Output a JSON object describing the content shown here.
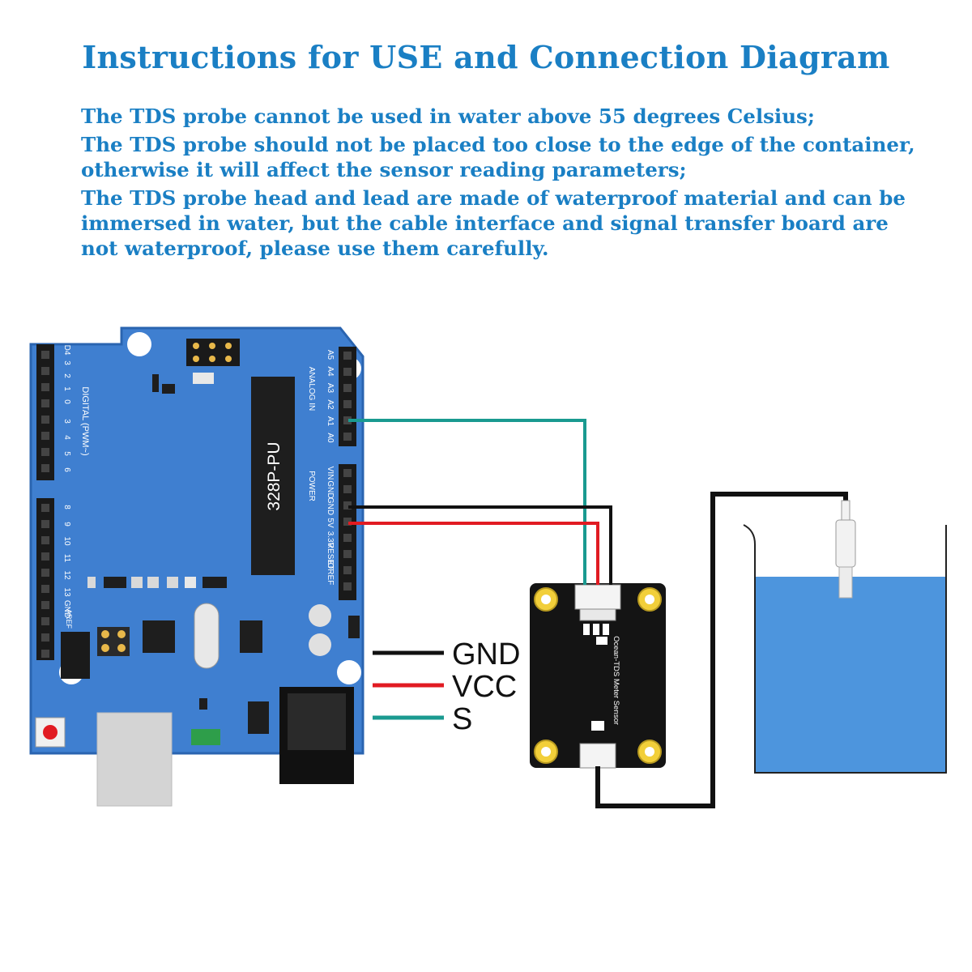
{
  "title": "Instructions for USE and Connection Diagram",
  "notes": [
    "The TDS probe cannot be used in water above 55 degrees Celsius;",
    "The TDS probe should not be placed too close to the edge of the container, otherwise it will affect the sensor reading parameters;",
    "The TDS probe head and lead are made of waterproof material and can be immersed in water, but the cable interface and signal transfer board are not waterproof, please use them carefully."
  ],
  "board": {
    "chip_label": "328P-PU",
    "digital_label": "DIGITAL (PWM~)",
    "analog_label": "ANALOG IN",
    "power_label": "POWER",
    "analog_pins": [
      "A5",
      "A4",
      "A3",
      "A2",
      "A1",
      "A0"
    ],
    "power_pins": [
      "VIN",
      "GND",
      "GND",
      "5V",
      "3.3V",
      "RESET",
      "IOREF"
    ],
    "digital_pins_top": [
      "D4",
      "3",
      "2",
      "1",
      "0"
    ],
    "digital_pins_mid": [
      "3",
      "4",
      "5",
      "6"
    ],
    "digital_pins_low": [
      "8",
      "9",
      "10",
      "11",
      "12",
      "13",
      "GND"
    ],
    "aref_label": "AREF"
  },
  "sensor": {
    "label": "Ocean-TDS Meter Sensor"
  },
  "legend": [
    {
      "label": "GND",
      "color": "#111111"
    },
    {
      "label": "VCC",
      "color": "#e11b22"
    },
    {
      "label": "S",
      "color": "#1a9a90"
    }
  ],
  "colors": {
    "board": "#3f7fd0",
    "board_dark": "#2a64b0",
    "water": "#4d95dd",
    "title": "#1a7fc4"
  }
}
